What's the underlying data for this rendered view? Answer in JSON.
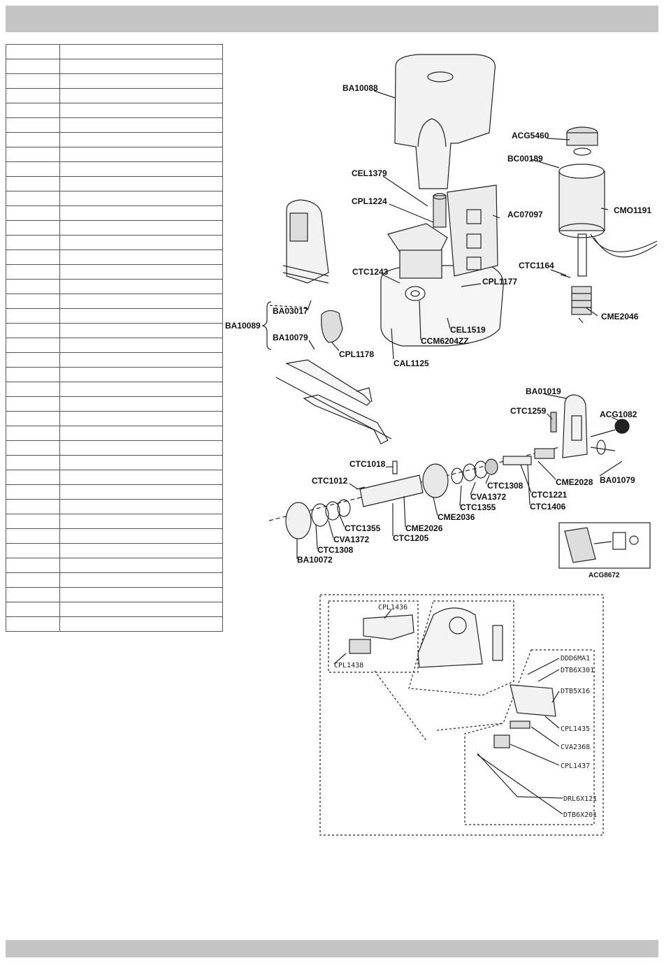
{
  "table_rows": 40,
  "labels": {
    "ba10088": "BA10088",
    "acg5460": "ACG5460",
    "bc00189": "BC00189",
    "cel1379": "CEL1379",
    "cpl1224": "CPL1224",
    "ac07097": "AC07097",
    "cmo1191": "CMO1191",
    "ctc1164": "CTC1164",
    "ctc1243": "CTC1243",
    "cpl1177": "CPL1177",
    "cme2046": "CME2046",
    "ba03017": "BA03017",
    "ba10089": "BA10089",
    "ba10079": "BA10079",
    "cel1519": "CEL1519",
    "ccm6204zz": "CCM6204ZZ",
    "cpl1178": "CPL1178",
    "cal1125": "CAL1125",
    "ba01019": "BA01019",
    "ctc1259": "CTC1259",
    "acg1082": "ACG1082",
    "ctc1018": "CTC1018",
    "ctc1012": "CTC1012",
    "ctc1308_r": "CTC1308",
    "cme2028": "CME2028",
    "cva1372_r": "CVA1372",
    "ctc1221": "CTC1221",
    "ba01079": "BA01079",
    "ctc1355_r": "CTC1355",
    "ctc1406": "CTC1406",
    "cme2036": "CME2036",
    "ctc1355_l": "CTC1355",
    "cme2026": "CME2026",
    "cva1372_l": "CVA1372",
    "ctc1205": "CTC1205",
    "ctc1308_l": "CTC1308",
    "ba10072": "BA10072",
    "acg8672": "ACG8672",
    "cpl1436": "CPL1436",
    "cpl1438": "CPL1438",
    "ddd6ma1": "DDD6MA1",
    "dtb6x301": "DTB6X301",
    "dtb5x16": "DTB5X16",
    "cpl1435": "CPL1435",
    "cva2368": "CVA2368",
    "cpl1437": "CPL1437",
    "drl6x121": "DRL6X121",
    "dtb6x201": "DTB6X201"
  }
}
